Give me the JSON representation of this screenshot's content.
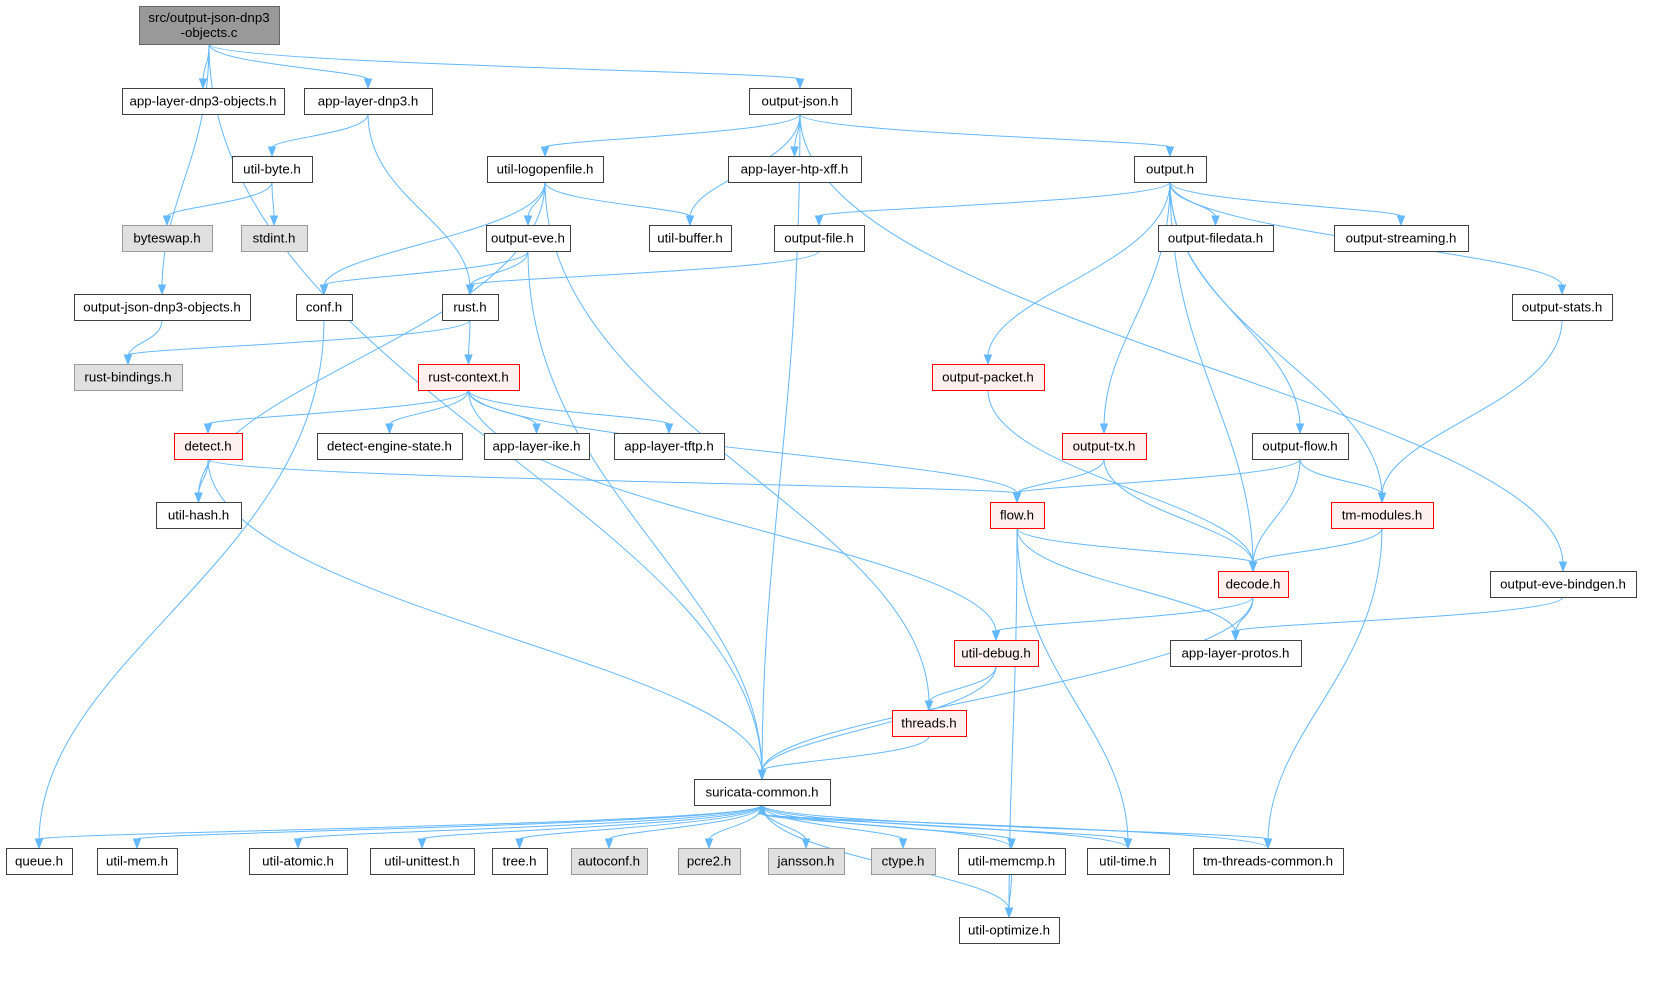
{
  "colors": {
    "edge": "#63b8ff",
    "box_border_normal": "#404040",
    "box_border_truncated": "#ff0000",
    "box_fill_normal": "#ffffff",
    "box_fill_truncated": "#fff0f0",
    "box_fill_external": "#e0e0e0",
    "box_border_external": "#999999",
    "box_fill_root": "#999999",
    "box_border_root": "#666666"
  },
  "nodes": [
    {
      "id": "root",
      "label_lines": [
        "src/output-json-dnp3",
        "-objects.c"
      ],
      "style": "root"
    },
    {
      "id": "al_dnp3_objects",
      "label": "app-layer-dnp3-objects.h",
      "style": "normal"
    },
    {
      "id": "al_dnp3",
      "label": "app-layer-dnp3.h",
      "style": "normal"
    },
    {
      "id": "output_json",
      "label": "output-json.h",
      "style": "normal"
    },
    {
      "id": "util_byte",
      "label": "util-byte.h",
      "style": "normal"
    },
    {
      "id": "byteswap",
      "label": "byteswap.h",
      "style": "external"
    },
    {
      "id": "stdint",
      "label": "stdint.h",
      "style": "external"
    },
    {
      "id": "ojd3o_h",
      "label": "output-json-dnp3-objects.h",
      "style": "normal"
    },
    {
      "id": "rust_bindings",
      "label": "rust-bindings.h",
      "style": "external"
    },
    {
      "id": "util_logopenfile",
      "label": "util-logopenfile.h",
      "style": "normal"
    },
    {
      "id": "al_htp_xff",
      "label": "app-layer-htp-xff.h",
      "style": "normal"
    },
    {
      "id": "output_h",
      "label": "output.h",
      "style": "normal"
    },
    {
      "id": "output_eve",
      "label": "output-eve.h",
      "style": "normal"
    },
    {
      "id": "util_buffer",
      "label": "util-buffer.h",
      "style": "normal"
    },
    {
      "id": "output_file",
      "label": "output-file.h",
      "style": "normal"
    },
    {
      "id": "output_filedata",
      "label": "output-filedata.h",
      "style": "normal"
    },
    {
      "id": "output_streaming",
      "label": "output-streaming.h",
      "style": "normal"
    },
    {
      "id": "conf_h",
      "label": "conf.h",
      "style": "normal"
    },
    {
      "id": "rust_h",
      "label": "rust.h",
      "style": "normal"
    },
    {
      "id": "output_stats",
      "label": "output-stats.h",
      "style": "normal"
    },
    {
      "id": "rust_context",
      "label": "rust-context.h",
      "style": "truncated"
    },
    {
      "id": "output_packet",
      "label": "output-packet.h",
      "style": "truncated"
    },
    {
      "id": "detect_h",
      "label": "detect.h",
      "style": "truncated"
    },
    {
      "id": "detect_engine_state",
      "label": "detect-engine-state.h",
      "style": "normal"
    },
    {
      "id": "al_ike",
      "label": "app-layer-ike.h",
      "style": "normal"
    },
    {
      "id": "al_tftp",
      "label": "app-layer-tftp.h",
      "style": "normal"
    },
    {
      "id": "output_tx",
      "label": "output-tx.h",
      "style": "truncated"
    },
    {
      "id": "output_flow",
      "label": "output-flow.h",
      "style": "normal"
    },
    {
      "id": "util_hash",
      "label": "util-hash.h",
      "style": "normal"
    },
    {
      "id": "flow_h",
      "label": "flow.h",
      "style": "truncated"
    },
    {
      "id": "tm_modules",
      "label": "tm-modules.h",
      "style": "truncated"
    },
    {
      "id": "decode_h",
      "label": "decode.h",
      "style": "truncated"
    },
    {
      "id": "output_eve_bindgen",
      "label": "output-eve-bindgen.h",
      "style": "normal"
    },
    {
      "id": "util_debug",
      "label": "util-debug.h",
      "style": "truncated"
    },
    {
      "id": "al_protos",
      "label": "app-layer-protos.h",
      "style": "normal"
    },
    {
      "id": "threads_h",
      "label": "threads.h",
      "style": "truncated"
    },
    {
      "id": "suricata_common",
      "label": "suricata-common.h",
      "style": "normal"
    },
    {
      "id": "queue_h",
      "label": "queue.h",
      "style": "normal"
    },
    {
      "id": "util_mem",
      "label": "util-mem.h",
      "style": "normal"
    },
    {
      "id": "util_atomic",
      "label": "util-atomic.h",
      "style": "normal"
    },
    {
      "id": "util_unittest",
      "label": "util-unittest.h",
      "style": "normal"
    },
    {
      "id": "tree_h",
      "label": "tree.h",
      "style": "normal"
    },
    {
      "id": "autoconf",
      "label": "autoconf.h",
      "style": "external"
    },
    {
      "id": "pcre2",
      "label": "pcre2.h",
      "style": "external"
    },
    {
      "id": "jansson",
      "label": "jansson.h",
      "style": "external"
    },
    {
      "id": "ctype",
      "label": "ctype.h",
      "style": "external"
    },
    {
      "id": "util_memcmp",
      "label": "util-memcmp.h",
      "style": "normal"
    },
    {
      "id": "util_time",
      "label": "util-time.h",
      "style": "normal"
    },
    {
      "id": "tm_threads_common",
      "label": "tm-threads-common.h",
      "style": "normal"
    },
    {
      "id": "util_optimize",
      "label": "util-optimize.h",
      "style": "normal"
    }
  ],
  "edges": [
    [
      "root",
      "al_dnp3_objects"
    ],
    [
      "root",
      "al_dnp3"
    ],
    [
      "root",
      "output_json"
    ],
    [
      "root",
      "ojd3o_h"
    ],
    [
      "root",
      "suricata_common"
    ],
    [
      "al_dnp3",
      "util_byte"
    ],
    [
      "al_dnp3",
      "rust_h"
    ],
    [
      "util_byte",
      "byteswap"
    ],
    [
      "util_byte",
      "stdint"
    ],
    [
      "ojd3o_h",
      "rust_bindings"
    ],
    [
      "output_json",
      "util_logopenfile"
    ],
    [
      "output_json",
      "al_htp_xff"
    ],
    [
      "output_json",
      "output_h"
    ],
    [
      "output_json",
      "util_buffer"
    ],
    [
      "output_json",
      "suricata_common"
    ],
    [
      "output_json",
      "output_eve_bindgen"
    ],
    [
      "util_logopenfile",
      "output_eve"
    ],
    [
      "util_logopenfile",
      "util_buffer"
    ],
    [
      "util_logopenfile",
      "conf_h"
    ],
    [
      "util_logopenfile",
      "util_hash"
    ],
    [
      "util_logopenfile",
      "threads_h"
    ],
    [
      "output_eve",
      "conf_h"
    ],
    [
      "output_eve",
      "rust_h"
    ],
    [
      "output_eve",
      "suricata_common"
    ],
    [
      "output_h",
      "output_file"
    ],
    [
      "output_h",
      "output_filedata"
    ],
    [
      "output_h",
      "output_streaming"
    ],
    [
      "output_h",
      "output_stats"
    ],
    [
      "output_h",
      "output_packet"
    ],
    [
      "output_h",
      "output_tx"
    ],
    [
      "output_h",
      "output_flow"
    ],
    [
      "output_h",
      "decode_h"
    ],
    [
      "output_h",
      "tm_modules"
    ],
    [
      "output_file",
      "rust_h"
    ],
    [
      "conf_h",
      "queue_h"
    ],
    [
      "rust_h",
      "rust_bindings"
    ],
    [
      "rust_h",
      "rust_context"
    ],
    [
      "rust_context",
      "detect_h"
    ],
    [
      "rust_context",
      "detect_engine_state"
    ],
    [
      "rust_context",
      "al_ike"
    ],
    [
      "rust_context",
      "al_tftp"
    ],
    [
      "rust_context",
      "flow_h"
    ],
    [
      "rust_context",
      "util_debug"
    ],
    [
      "detect_h",
      "util_hash"
    ],
    [
      "detect_h",
      "flow_h"
    ],
    [
      "detect_h",
      "suricata_common"
    ],
    [
      "output_packet",
      "decode_h"
    ],
    [
      "output_tx",
      "flow_h"
    ],
    [
      "output_tx",
      "decode_h"
    ],
    [
      "output_flow",
      "flow_h"
    ],
    [
      "output_flow",
      "decode_h"
    ],
    [
      "output_flow",
      "tm_modules"
    ],
    [
      "output_stats",
      "tm_modules"
    ],
    [
      "flow_h",
      "decode_h"
    ],
    [
      "flow_h",
      "al_protos"
    ],
    [
      "flow_h",
      "util_time"
    ],
    [
      "flow_h",
      "util_optimize"
    ],
    [
      "tm_modules",
      "decode_h"
    ],
    [
      "tm_modules",
      "tm_threads_common"
    ],
    [
      "decode_h",
      "util_debug"
    ],
    [
      "decode_h",
      "al_protos"
    ],
    [
      "decode_h",
      "suricata_common"
    ],
    [
      "output_eve_bindgen",
      "al_protos"
    ],
    [
      "util_debug",
      "threads_h"
    ],
    [
      "util_debug",
      "suricata_common"
    ],
    [
      "threads_h",
      "suricata_common"
    ],
    [
      "suricata_common",
      "queue_h"
    ],
    [
      "suricata_common",
      "util_mem"
    ],
    [
      "suricata_common",
      "util_atomic"
    ],
    [
      "suricata_common",
      "util_unittest"
    ],
    [
      "suricata_common",
      "tree_h"
    ],
    [
      "suricata_common",
      "autoconf"
    ],
    [
      "suricata_common",
      "pcre2"
    ],
    [
      "suricata_common",
      "jansson"
    ],
    [
      "suricata_common",
      "ctype"
    ],
    [
      "suricata_common",
      "util_memcmp"
    ],
    [
      "suricata_common",
      "util_time"
    ],
    [
      "suricata_common",
      "tm_threads_common"
    ],
    [
      "suricata_common",
      "util_optimize"
    ],
    [
      "util_memcmp",
      "suricata_common"
    ],
    [
      "util_memcmp",
      "util_optimize"
    ],
    [
      "util_time",
      "suricata_common"
    ],
    [
      "tm_threads_common",
      "suricata_common"
    ]
  ]
}
